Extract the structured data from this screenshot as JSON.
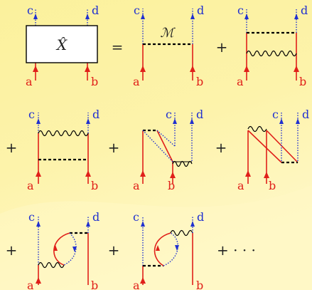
{
  "labels": {
    "a": "a",
    "b": "b",
    "c": "c",
    "d": "d"
  },
  "operator": "X̂",
  "matrix_symbol": "ℳ",
  "equals": "=",
  "plus": "+",
  "ellipsis": "+ · · ·",
  "colors": {
    "background_top": "#fbf3a6",
    "background_bottom": "#fff7c2",
    "incoming_line": "#e0201a",
    "outgoing_line": "#2030d0",
    "interaction": "#000000"
  }
}
